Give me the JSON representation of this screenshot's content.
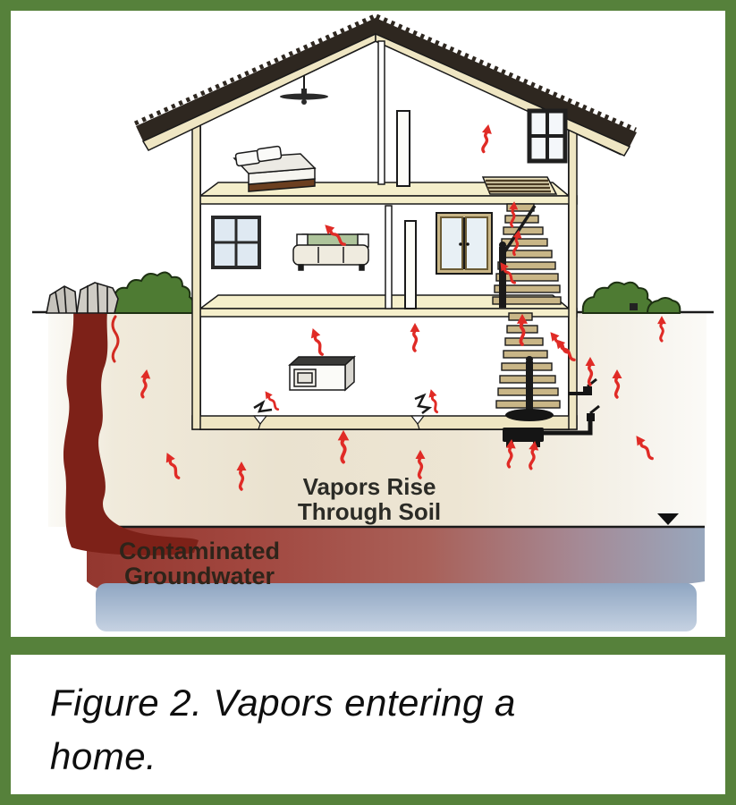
{
  "figure": {
    "caption": "Figure 2. Vapors entering a home.",
    "diagram_labels": {
      "vapors_rise_line1": "Vapors Rise",
      "vapors_rise_line2": "Through Soil",
      "groundwater_line1": "Contaminated",
      "groundwater_line2": "Groundwater"
    },
    "colors": {
      "border_green": "#56813B",
      "arrow_red": "#E02B26",
      "plume_maroon": "#7D2118",
      "groundwater_red": "#9C4038",
      "water_blue": "#8FA6C2",
      "soil_beige": "#EAE2CF",
      "floor_yellow": "#F5EFCB",
      "roof_dark": "#2E2720",
      "trim_beige": "#EFE6C3",
      "bush_green": "#4E7B33",
      "stair_tan": "#C9B687"
    }
  }
}
